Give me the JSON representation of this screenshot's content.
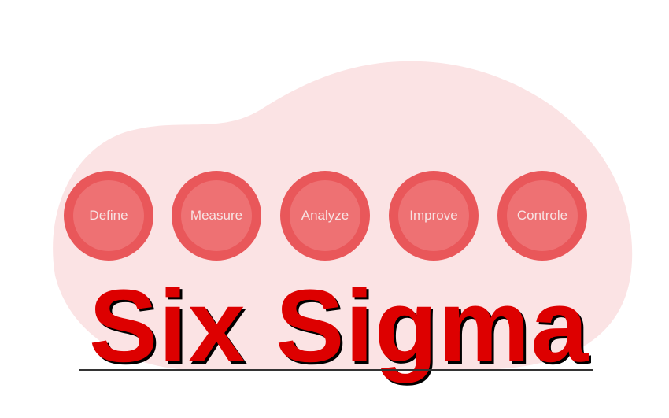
{
  "steps": [
    "Define",
    "Measure",
    "Analyze",
    "Improve",
    "Controle"
  ],
  "title": "Six Sigma",
  "colors": {
    "blob": "#fbe3e4",
    "ring": "#e9575a",
    "circle": "#ee7173",
    "title": "#dd0000"
  }
}
